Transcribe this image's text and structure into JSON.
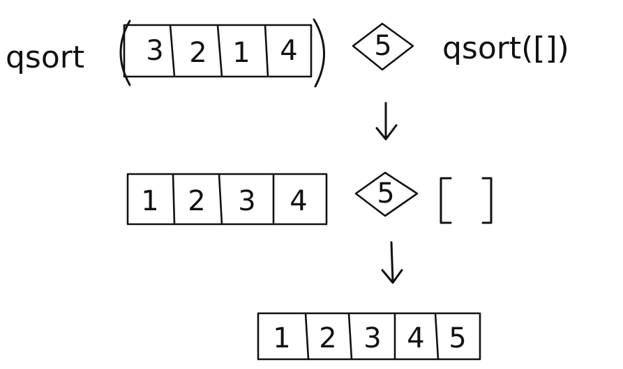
{
  "row1": {
    "left_label": "qsort",
    "left_array": [
      "3",
      "2",
      "1",
      "4"
    ],
    "pivot": "5",
    "right_label": "qsort([])"
  },
  "row2": {
    "left_array": [
      "1",
      "2",
      "3",
      "4"
    ],
    "pivot": "5",
    "right_bracket_open": "[",
    "right_bracket_close": "]"
  },
  "row3": {
    "result_array": [
      "1",
      "2",
      "3",
      "4",
      "5"
    ]
  }
}
